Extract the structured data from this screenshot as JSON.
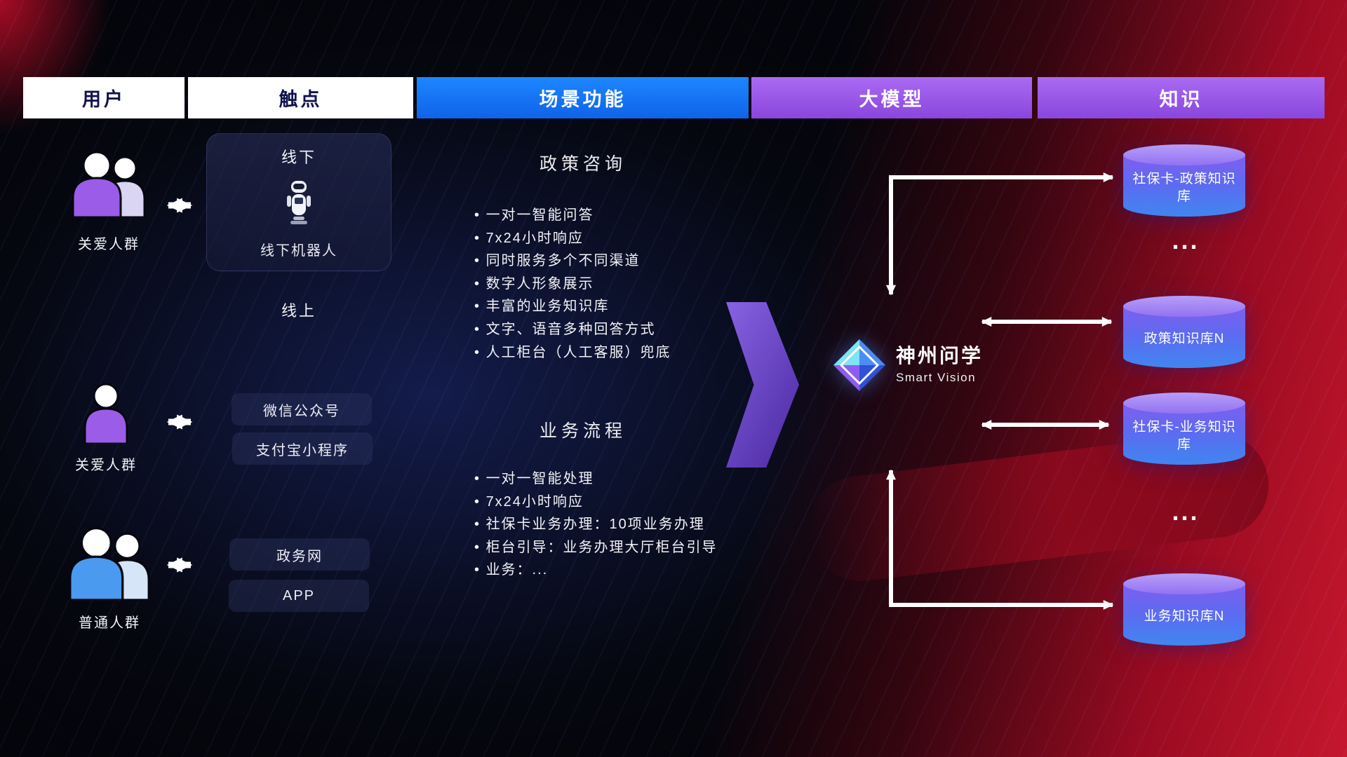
{
  "header": {
    "user": "用户",
    "touchpoint": "触点",
    "scenario": "场景功能",
    "model": "大模型",
    "knowledge": "知识"
  },
  "users": [
    {
      "label": "关爱人群",
      "icon": "group-people-purple-icon"
    },
    {
      "label": "关爱人群",
      "icon": "person-purple-icon"
    },
    {
      "label": "普通人群",
      "icon": "group-people-blue-icon"
    }
  ],
  "touchpoints": {
    "offline_title": "线下",
    "offline_robot_label": "线下机器人",
    "online_title": "线上",
    "wechat": "微信公众号",
    "alipay": "支付宝小程序",
    "gov_web": "政务网",
    "app": "APP"
  },
  "scenario_policy": {
    "title": "政策咨询",
    "items": [
      "一对一智能问答",
      "7x24小时响应",
      "同时服务多个不同渠道",
      "数字人形象展示",
      "丰富的业务知识库",
      "文字、语音多种回答方式",
      "人工柜台（人工客服）兜底"
    ]
  },
  "scenario_business": {
    "title": "业务流程",
    "items": [
      "一对一智能处理",
      "7x24小时响应",
      "社保卡业务办理：10项业务办理",
      "柜台引导：业务办理大厅柜台引导",
      "业务：..."
    ]
  },
  "model": {
    "name": "神州问学",
    "subtitle": "Smart Vision"
  },
  "knowledge": {
    "db1": "社保卡-政策知识库",
    "ellipsis1": "...",
    "db2": "政策知识库N",
    "db3": "社保卡-业务知识库",
    "ellipsis2": "...",
    "db4": "业务知识库N"
  },
  "colors": {
    "header_blue": "#1478f2",
    "header_purple": "#9c59e8",
    "user_purple": "#9b5ce8",
    "user_blue": "#4a9af0",
    "cylinder_purple": "#7e5ff0",
    "cylinder_blue": "#3f86f0",
    "background_red": "#c01230",
    "background_navy": "#141e50",
    "arrow_white": "#ffffff"
  }
}
